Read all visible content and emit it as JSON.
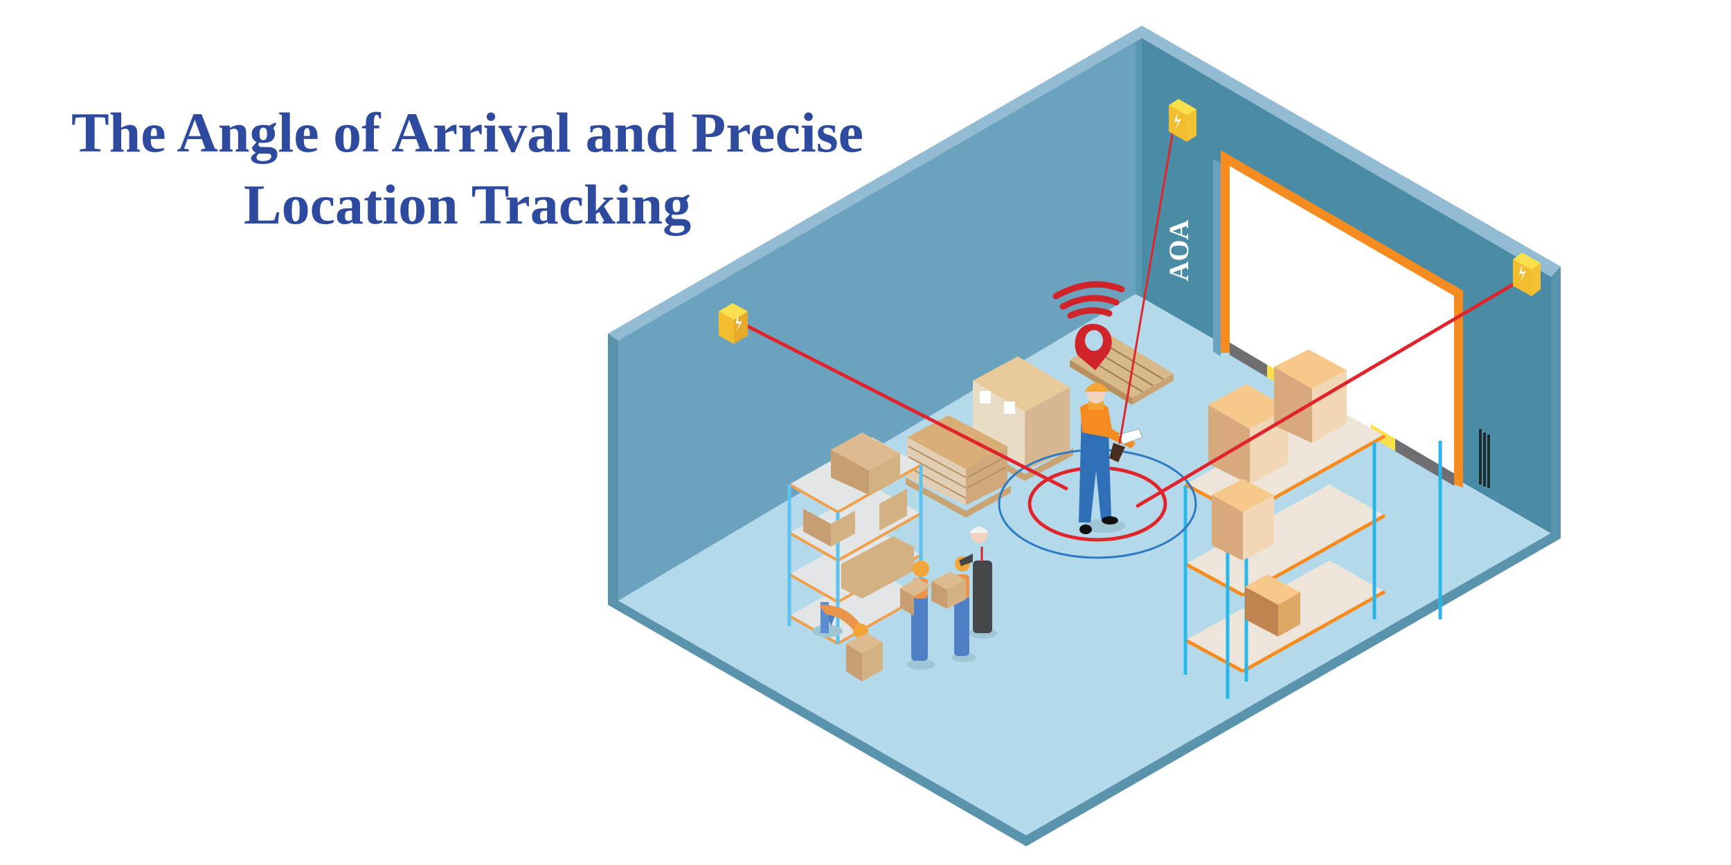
{
  "title": {
    "line1": "The Angle of Arrival and Precise",
    "line2": "Location Tracking",
    "color": "#2E4A9E"
  },
  "scene": {
    "wall_label": "AOA",
    "description": "Isometric warehouse cutaway with three wall-mounted AoA anchors sending laser lines to a tracked worker standing inside concentric target rings",
    "colors": {
      "wall_top": "#93BCD4",
      "left_wall": "#6BA3BF",
      "back_wall": "#4A8CA6",
      "floor": "#B3D9EA",
      "floor_edge": "#5A93AC",
      "laser": "#E0242B",
      "outer_ring": "#2E7AC0",
      "door_frame": "#F68B1F",
      "anchor": "#F4C232",
      "shelf_post": "#29B6E8"
    },
    "anchors": [
      {
        "name": "left-wall-anchor",
        "icon": "lightning-bolt"
      },
      {
        "name": "back-wall-anchor",
        "icon": "lightning-bolt"
      },
      {
        "name": "right-wall-anchor",
        "icon": "lightning-bolt"
      }
    ],
    "markers": {
      "location_pin": "map-pin-icon",
      "signal": "wifi-signal-icon"
    }
  }
}
